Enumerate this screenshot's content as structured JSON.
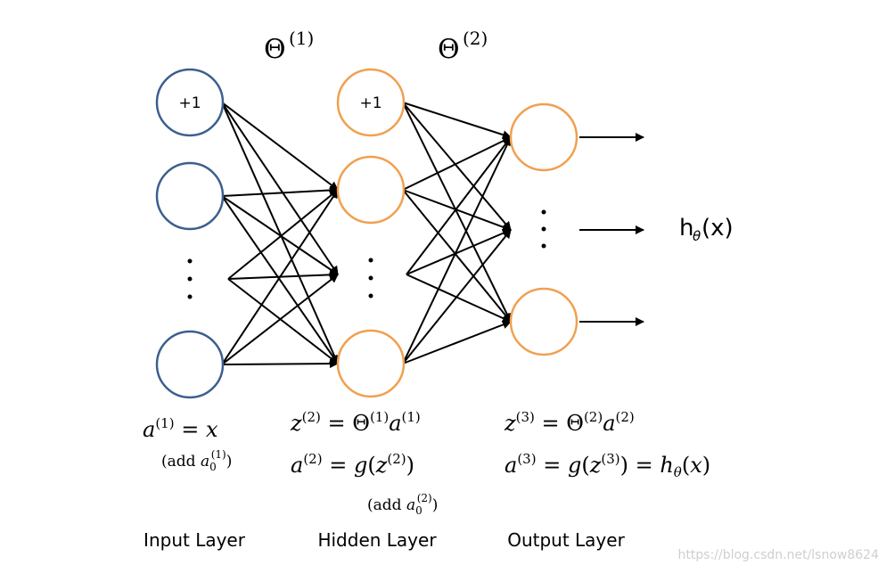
{
  "theta_top": [
    {
      "base": "Θ",
      "sup": "(1)"
    },
    {
      "base": "Θ",
      "sup": "(2)"
    }
  ],
  "bias_label": "+1",
  "output_label": {
    "base": "h",
    "sub": "θ",
    "rest": "(x)"
  },
  "equations": {
    "input": {
      "main": "a(1) = x",
      "note": "(add a0(1))"
    },
    "hidden": {
      "line1": "z(2) = Θ(1)a(1)",
      "line2": "a(2) = g(z(2))",
      "note": "(add a0(2))"
    },
    "output": {
      "line1": "z(3) = Θ(2)a(2)",
      "line2": "a(3) = g(z(3)) = hθ(x)"
    }
  },
  "layer_labels": {
    "input": "Input Layer",
    "hidden": "Hidden Layer",
    "output": "Output Layer"
  },
  "watermark": "https://blog.csdn.net/lsnow8624",
  "colors": {
    "input_node": "#3b5f8f",
    "hidden_node": "#f0a050",
    "output_node": "#f0a050",
    "edge": "#000000"
  }
}
